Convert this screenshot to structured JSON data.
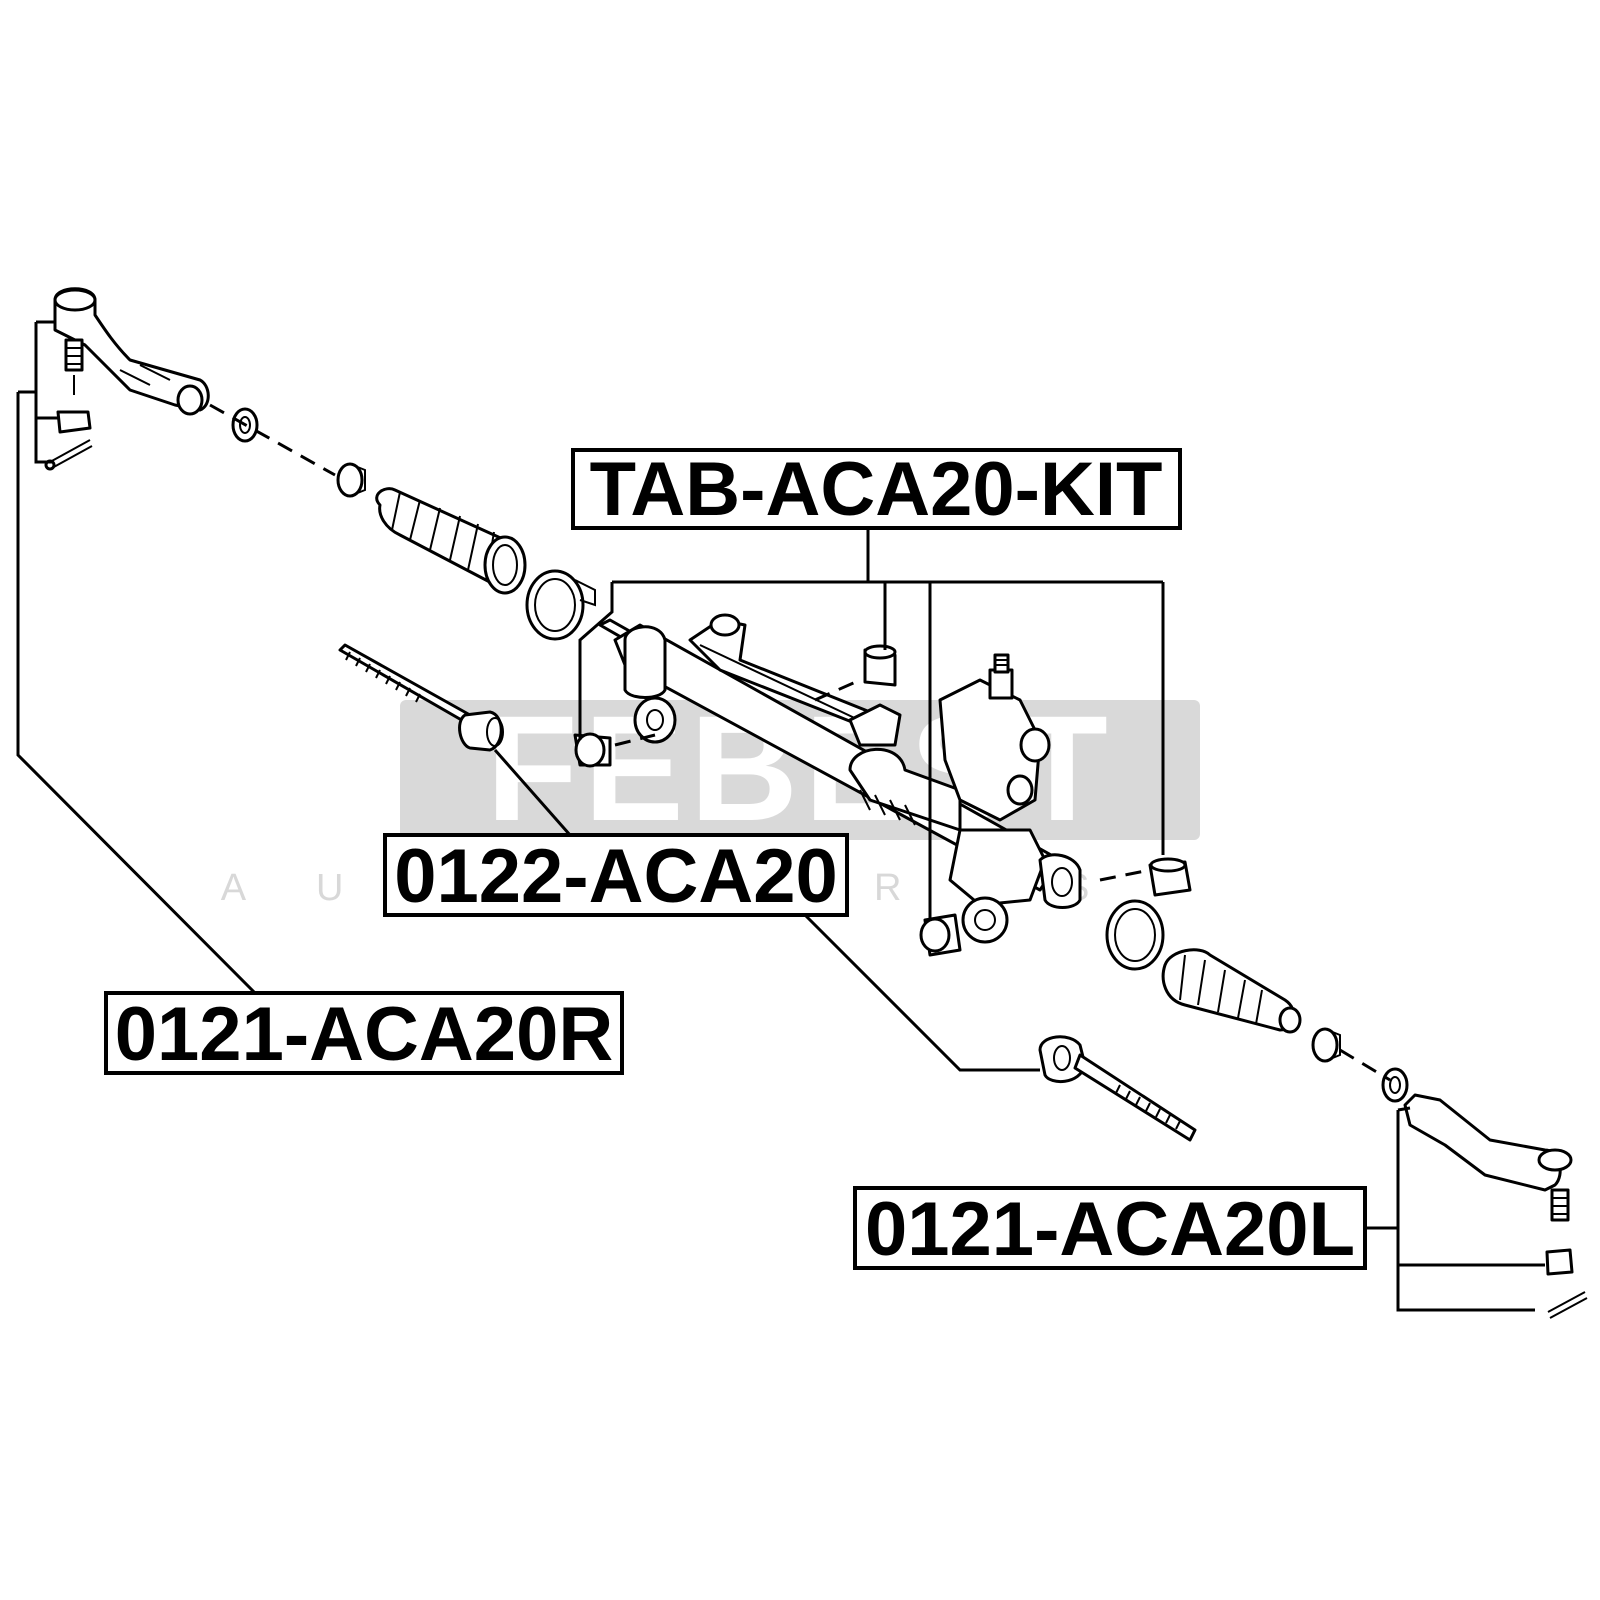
{
  "watermark": {
    "brand": "FEBEST",
    "tagline": "AUTO PARTS",
    "color": "#d9d9d9"
  },
  "callouts": {
    "kit": "TAB-ACA20-KIT",
    "rack_end": "0122-ACA20",
    "tie_rod_right": "0121-ACA20R",
    "tie_rod_left": "0121-ACA20L"
  }
}
